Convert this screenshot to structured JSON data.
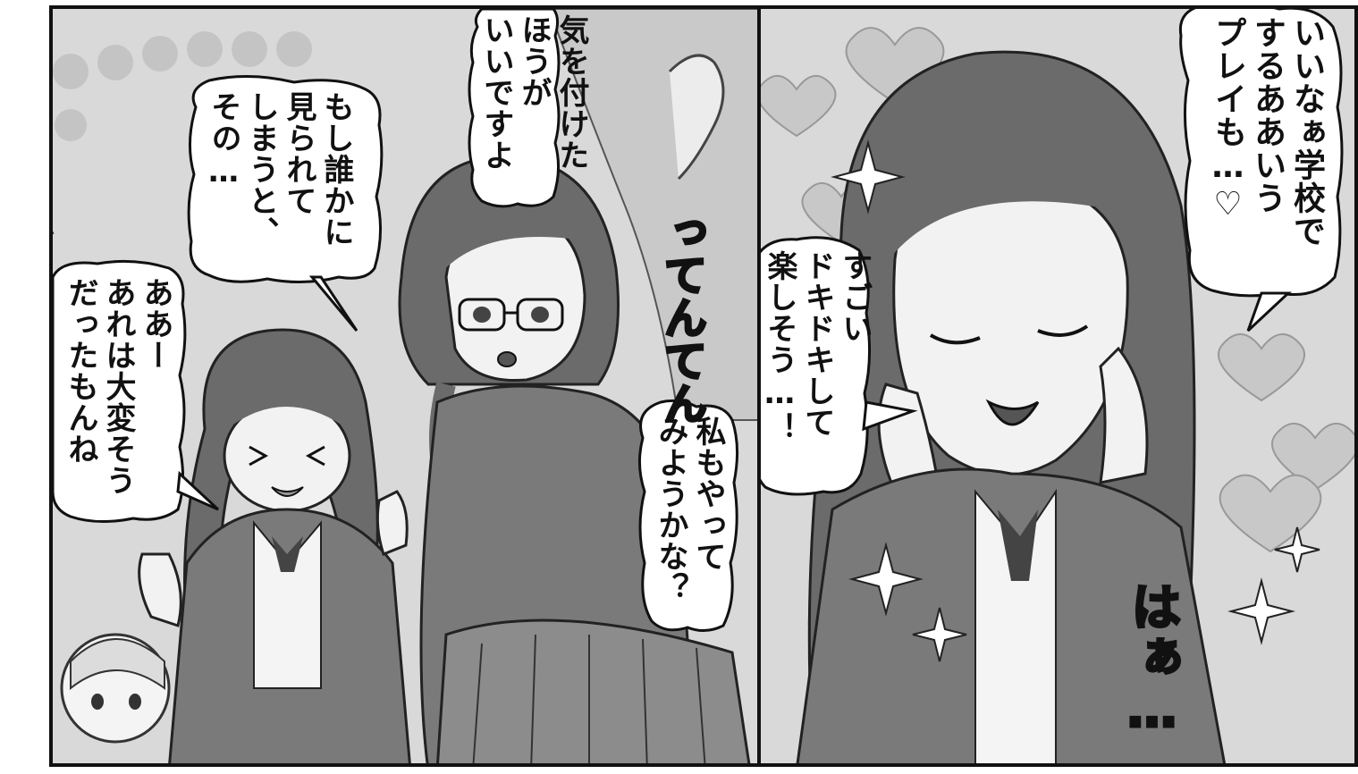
{
  "colors": {
    "ink": "#111111",
    "panel_gray": "#d9d9d9",
    "hair": "#6b6b6b",
    "skin": "#f2f2f2",
    "uniform": "#7a7a7a",
    "heart": "#c8c8c8"
  },
  "speech": {
    "kiwotsuketa": "気を付けた\nほうが\nいいですよ",
    "moshidareka": "もし誰かに\n見られて\nしまうと、\nその…",
    "aa_taihen": "ああー\nあれは大変そう\nだったもんね",
    "sugoi_dokidoki": "すごい\nドキドキして\n楽しそう…！",
    "watashi_mo": "私もやって\nみようかな？",
    "iinaa_gakkou": "いいなぁ学校で\nするああいう\nプレイも…♡"
  },
  "sfx": {
    "tenten": "ってんてん",
    "haa": "はぁ…"
  }
}
